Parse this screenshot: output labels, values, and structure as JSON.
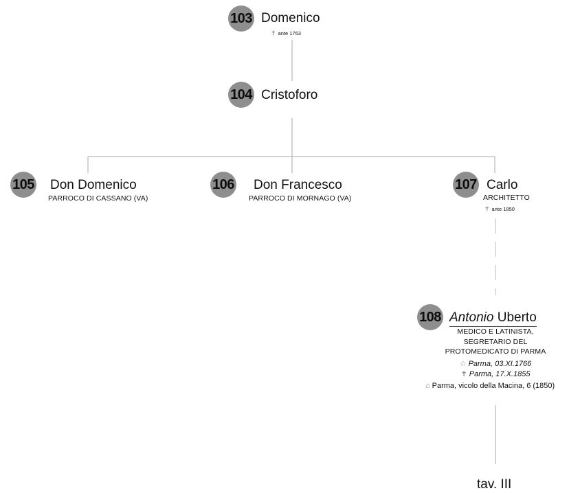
{
  "persons": {
    "p103": {
      "num": "103",
      "name": "Domenico",
      "death": "ante 1763"
    },
    "p104": {
      "num": "104",
      "name": "Cristoforo"
    },
    "p105": {
      "num": "105",
      "name": "Don Domenico",
      "role": "PARROCO DI CASSANO (VA)"
    },
    "p106": {
      "num": "106",
      "name": "Don Francesco",
      "role": "PARROCO DI MORNAGO (VA)"
    },
    "p107": {
      "num": "107",
      "name": "Carlo",
      "role": "ARCHITETTO",
      "death": "ante 1850"
    },
    "p108": {
      "num": "108",
      "name_italic": "Antonio",
      "name_rest": "Uberto",
      "role_lines": [
        "MEDICO E LATINISTA,",
        "SEGRETARIO DEL",
        "PROTOMEDICATO DI PARMA"
      ],
      "birth": "Parma, 03.XI.1766",
      "death": "Parma, 17.X.1855",
      "residence": "Parma, vicolo della Macina, 6 (1850)"
    }
  },
  "symbols": {
    "death": "✝",
    "birth": "☆",
    "residence": "⌂"
  },
  "footer": {
    "ref": "tav. III"
  }
}
